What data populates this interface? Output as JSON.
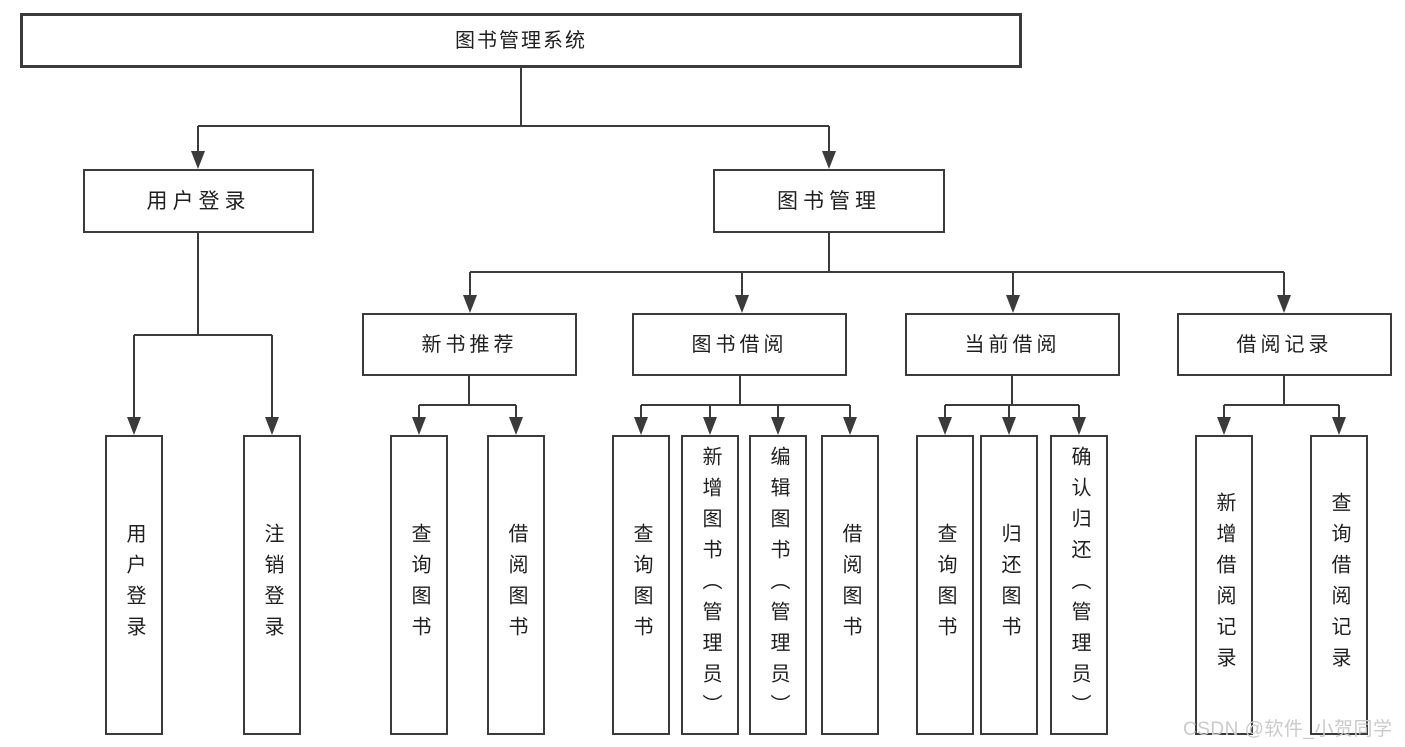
{
  "diagram": {
    "tree": {
      "root": "图书管理系统",
      "branches": [
        {
          "label": "用户登录",
          "children": [
            "用户登录",
            "注销登录"
          ]
        },
        {
          "label": "图书管理",
          "children": [
            {
              "label": "新书推荐",
              "children": [
                "查询图书",
                "借阅图书"
              ]
            },
            {
              "label": "图书借阅",
              "children": [
                "查询图书",
                "新增图书（管理员）",
                "编辑图书（管理员）",
                "借阅图书"
              ]
            },
            {
              "label": "当前借阅",
              "children": [
                "查询图书",
                "归还图书",
                "确认归还（管理员）"
              ]
            },
            {
              "label": "借阅记录",
              "children": [
                "新增借阅记录",
                "查询借阅记录"
              ]
            }
          ]
        }
      ]
    },
    "colors": {
      "line": "#3b3b3b",
      "box_border": "#3b3b3b",
      "text": "#1f1f1f",
      "background": "#ffffff",
      "watermark_text": "#cbcbcb"
    }
  },
  "watermark": {
    "text": "CSDN @软件_小贺同学"
  }
}
